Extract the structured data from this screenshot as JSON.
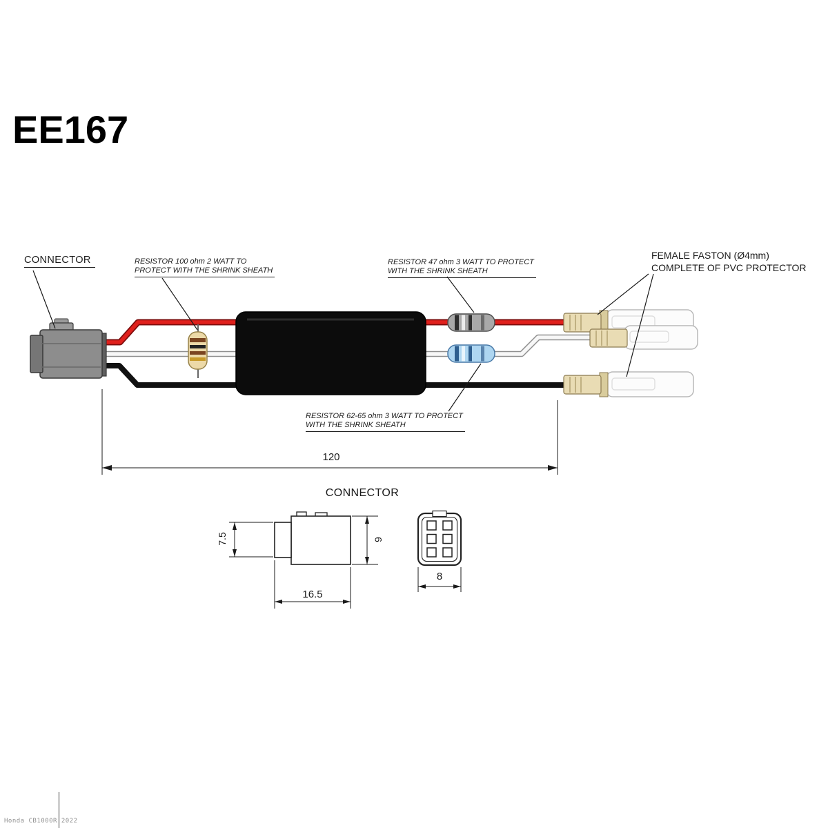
{
  "title": "EE167",
  "callouts": {
    "connector": "CONNECTOR",
    "resistor_100": {
      "line1": "RESISTOR 100 ohm 2 WATT TO",
      "line2": "PROTECT WITH THE SHRINK SHEATH"
    },
    "resistor_47": {
      "line1": "RESISTOR 47 ohm 3 WATT TO PROTECT",
      "line2": "WITH THE SHRINK SHEATH"
    },
    "resistor_62_65": {
      "line1": "RESISTOR 62-65 ohm 3 WATT TO PROTECT",
      "line2": "WITH THE SHRINK SHEATH"
    },
    "faston": {
      "line1": "FEMALE FASTON (Ø4mm)",
      "line2": "COMPLETE OF PVC PROTECTOR"
    }
  },
  "dimensions": {
    "overall_length": "120",
    "connector_side_height": "7.5",
    "connector_side_width": "16.5",
    "connector_depth": "9",
    "connector_front_width": "8"
  },
  "detail": {
    "heading": "CONNECTOR"
  },
  "watermark": "Honda CB1000R 2022",
  "colors": {
    "wire_red": "#e0201c",
    "wire_white": "#f7f7f7",
    "wire_black": "#111111",
    "resistor_100_body": "#ecd9a8",
    "resistor_47_body": "#a9a9a9",
    "resistor_62_65_body": "#aed6f1",
    "faston_brass": "#e9dcb4",
    "pvc_sleeve": "#fcfcfc",
    "shrink_tube": "#0c0c0c"
  }
}
